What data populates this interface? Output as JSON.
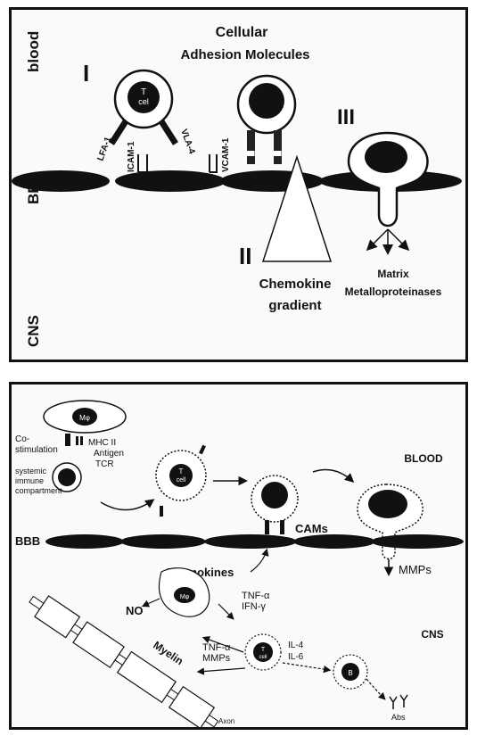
{
  "top_panel": {
    "title_line1": "Cellular",
    "title_line2": "Adhesion Molecules",
    "side_labels": {
      "blood": "blood",
      "bbb": "BBB",
      "cns": "CNS"
    },
    "roman": {
      "one": "I",
      "two": "II",
      "three": "III"
    },
    "tcell_label_line1": "T",
    "tcell_label_line2": "cel",
    "molecules": {
      "lfa1": "LFA-1",
      "vla4": "VLA-4",
      "icam1": "ICAM-1",
      "vcam1": "VCAM-1"
    },
    "chemokine_line1": "Chemokine",
    "chemokine_line2": "gradient",
    "matrix_line1": "Matrix",
    "matrix_line2": "Metalloproteinases"
  },
  "bottom_panel": {
    "apc_label": "Mφ",
    "costim_line1": "Co-",
    "costim_line2": "stimulation",
    "mhc": "MHC II",
    "antigen": "Antigen",
    "tcr": "TCR",
    "systemic_line1": "systemic",
    "systemic_line2": "immune",
    "systemic_line3": "compartment",
    "tcell_label_line1": "T",
    "tcell_label_line2": "cell",
    "blood": "BLOOD",
    "bbb": "BBB",
    "cams": "CAMs",
    "chemokines": "Chemokines",
    "mmps": "MMPs",
    "no": "NO",
    "mphi": "Mφ",
    "tnf_a": "TNF-α",
    "ifn_g": "IFN-γ",
    "tnf_a2": "TNF-α",
    "mmps2": "MMPs",
    "il4": "IL-4",
    "il6": "IL-6",
    "b_cell": "B",
    "cns": "CNS",
    "myelin": "Myelin",
    "axon": "Axon",
    "abs": "Abs"
  }
}
